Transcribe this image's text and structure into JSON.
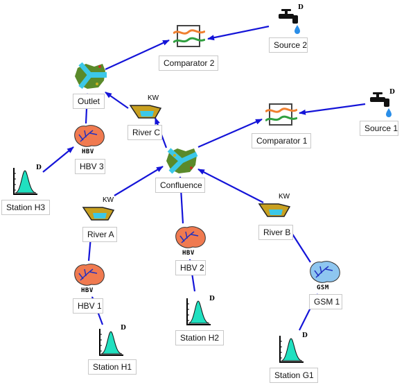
{
  "nodes": {
    "source2": {
      "label": "Source 2",
      "badge": "D"
    },
    "source1": {
      "label": "Source 1",
      "badge": "D"
    },
    "comparator2": {
      "label": "Comparator 2"
    },
    "comparator1": {
      "label": "Comparator 1"
    },
    "outlet": {
      "label": "Outlet"
    },
    "confluence": {
      "label": "Confluence"
    },
    "river_c": {
      "label": "River C",
      "tag": "KW"
    },
    "river_a": {
      "label": "River A",
      "tag": "KW"
    },
    "river_b": {
      "label": "River B",
      "tag": "KW"
    },
    "hbv3": {
      "label": "HBV 3",
      "tag": "HBV"
    },
    "hbv2": {
      "label": "HBV 2",
      "tag": "HBV"
    },
    "hbv1": {
      "label": "HBV 1",
      "tag": "HBV"
    },
    "gsm1": {
      "label": "GSM 1",
      "tag": "GSM"
    },
    "station_h3": {
      "label": "Station H3",
      "badge": "D"
    },
    "station_h2": {
      "label": "Station H2",
      "badge": "D"
    },
    "station_h1": {
      "label": "Station H1",
      "badge": "D"
    },
    "station_g1": {
      "label": "Station G1",
      "badge": "D"
    }
  },
  "colors": {
    "edge": "#1414d8",
    "water": "#3cc8e8",
    "land": "#5a8a2a",
    "catchment_hbv": "#f07a50",
    "catchment_gsm": "#8ec6f0",
    "hydrograph": "#20e0c0",
    "comparator_top": "#f08030",
    "comparator_bottom": "#30a040",
    "river": "#c8a020"
  }
}
